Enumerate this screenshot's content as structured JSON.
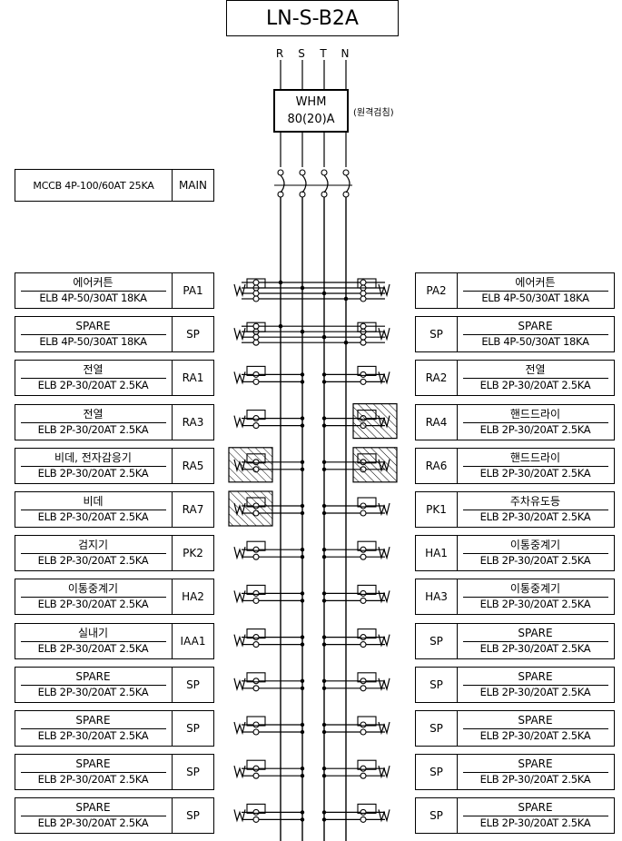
{
  "panel_title": "LN-S-B2A",
  "phases": [
    "R",
    "S",
    "T",
    "N"
  ],
  "meter": {
    "line1": "WHM",
    "line2": "80(20)A",
    "note": "(원격검침)"
  },
  "main_breaker": {
    "spec": "MCCB 4P-100/60AT 25KA",
    "code": "MAIN"
  },
  "left_circuits": [
    {
      "name": "에어커튼",
      "spec": "ELB 4P-50/30AT 18KA",
      "code": "PA1",
      "poles": 4,
      "hatched": false
    },
    {
      "name": "SPARE",
      "spec": "ELB 4P-50/30AT 18KA",
      "code": "SP",
      "poles": 4,
      "hatched": false
    },
    {
      "name": "전열",
      "spec": "ELB 2P-30/20AT 2.5KA",
      "code": "RA1",
      "poles": 2,
      "hatched": false
    },
    {
      "name": "전열",
      "spec": "ELB 2P-30/20AT 2.5KA",
      "code": "RA3",
      "poles": 2,
      "hatched": false
    },
    {
      "name": "비데, 전자감응기",
      "spec": "ELB 2P-30/20AT 2.5KA",
      "code": "RA5",
      "poles": 2,
      "hatched": true
    },
    {
      "name": "비데",
      "spec": "ELB 2P-30/20AT 2.5KA",
      "code": "RA7",
      "poles": 2,
      "hatched": true
    },
    {
      "name": "검지기",
      "spec": "ELB 2P-30/20AT 2.5KA",
      "code": "PK2",
      "poles": 2,
      "hatched": false
    },
    {
      "name": "이통중계기",
      "spec": "ELB 2P-30/20AT 2.5KA",
      "code": "HA2",
      "poles": 2,
      "hatched": false
    },
    {
      "name": "실내기",
      "spec": "ELB 2P-30/20AT 2.5KA",
      "code": "IAA1",
      "poles": 2,
      "hatched": false
    },
    {
      "name": "SPARE",
      "spec": "ELB 2P-30/20AT 2.5KA",
      "code": "SP",
      "poles": 2,
      "hatched": false
    },
    {
      "name": "SPARE",
      "spec": "ELB 2P-30/20AT 2.5KA",
      "code": "SP",
      "poles": 2,
      "hatched": false
    },
    {
      "name": "SPARE",
      "spec": "ELB 2P-30/20AT 2.5KA",
      "code": "SP",
      "poles": 2,
      "hatched": false
    },
    {
      "name": "SPARE",
      "spec": "ELB 2P-30/20AT 2.5KA",
      "code": "SP",
      "poles": 2,
      "hatched": false
    }
  ],
  "right_circuits": [
    {
      "name": "에어커튼",
      "spec": "ELB 4P-50/30AT 18KA",
      "code": "PA2",
      "poles": 4,
      "hatched": false
    },
    {
      "name": "SPARE",
      "spec": "ELB 4P-50/30AT 18KA",
      "code": "SP",
      "poles": 4,
      "hatched": false
    },
    {
      "name": "전열",
      "spec": "ELB 2P-30/20AT 2.5KA",
      "code": "RA2",
      "poles": 2,
      "hatched": false
    },
    {
      "name": "핸드드라이",
      "spec": "ELB 2P-30/20AT 2.5KA",
      "code": "RA4",
      "poles": 2,
      "hatched": true
    },
    {
      "name": "핸드드라이",
      "spec": "ELB 2P-30/20AT 2.5KA",
      "code": "RA6",
      "poles": 2,
      "hatched": true
    },
    {
      "name": "주차유도등",
      "spec": "ELB 2P-30/20AT 2.5KA",
      "code": "PK1",
      "poles": 2,
      "hatched": false
    },
    {
      "name": "이통중계기",
      "spec": "ELB 2P-30/20AT 2.5KA",
      "code": "HA1",
      "poles": 2,
      "hatched": false
    },
    {
      "name": "이통중계기",
      "spec": "ELB 2P-30/20AT 2.5KA",
      "code": "HA3",
      "poles": 2,
      "hatched": false
    },
    {
      "name": "SPARE",
      "spec": "ELB 2P-30/20AT 2.5KA",
      "code": "SP",
      "poles": 2,
      "hatched": false
    },
    {
      "name": "SPARE",
      "spec": "ELB 2P-30/20AT 2.5KA",
      "code": "SP",
      "poles": 2,
      "hatched": false
    },
    {
      "name": "SPARE",
      "spec": "ELB 2P-30/20AT 2.5KA",
      "code": "SP",
      "poles": 2,
      "hatched": false
    },
    {
      "name": "SPARE",
      "spec": "ELB 2P-30/20AT 2.5KA",
      "code": "SP",
      "poles": 2,
      "hatched": false
    },
    {
      "name": "SPARE",
      "spec": "ELB 2P-30/20AT 2.5KA",
      "code": "SP",
      "poles": 2,
      "hatched": false
    }
  ]
}
